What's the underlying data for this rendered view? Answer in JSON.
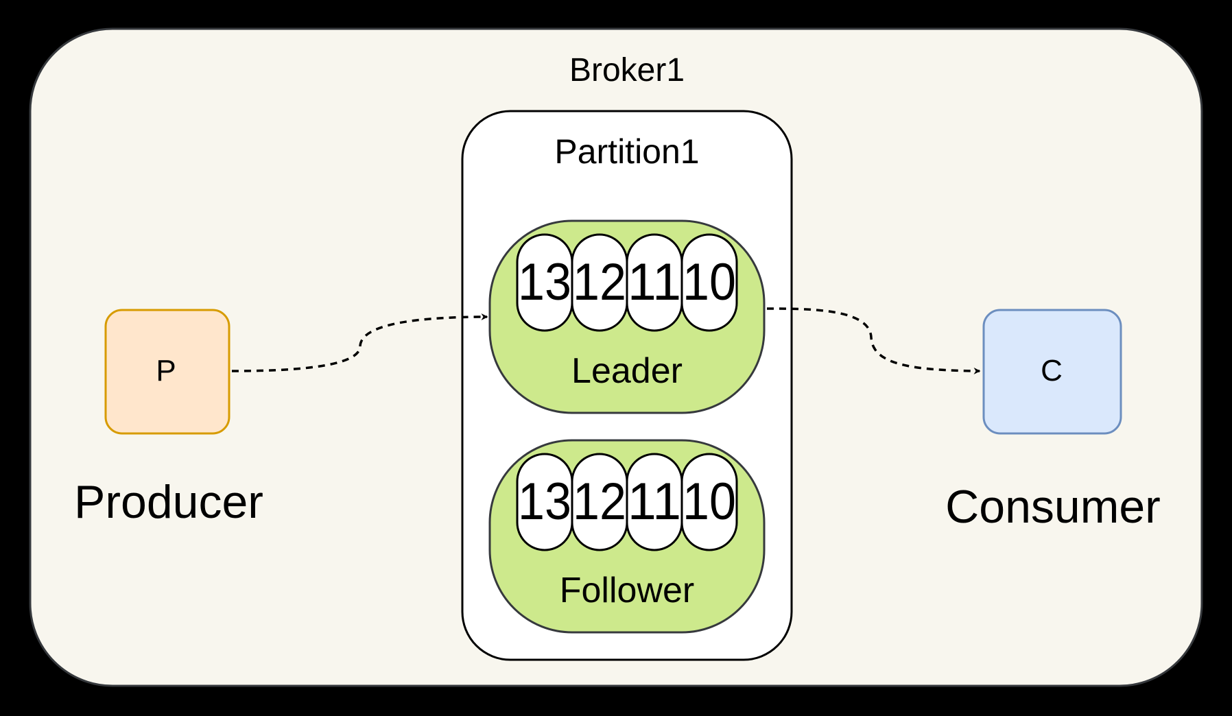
{
  "broker": {
    "label": "Broker1"
  },
  "partition": {
    "label": "Partition1"
  },
  "producer": {
    "box_label": "P",
    "caption": "Producer"
  },
  "consumer": {
    "box_label": "C",
    "caption": "Consumer"
  },
  "replicas": [
    {
      "label": "Leader",
      "messages": [
        "13",
        "12",
        "11",
        "10"
      ]
    },
    {
      "label": "Follower",
      "messages": [
        "13",
        "12",
        "11",
        "10"
      ]
    }
  ],
  "colors": {
    "background": "#000000",
    "broker_fill": "#f8f6ee",
    "partition_fill": "#ffffff",
    "replica_fill": "#cde98c",
    "producer_fill": "#ffe6cc",
    "producer_stroke": "#d79b00",
    "consumer_fill": "#dae8fc",
    "consumer_stroke": "#6c8ebf"
  }
}
